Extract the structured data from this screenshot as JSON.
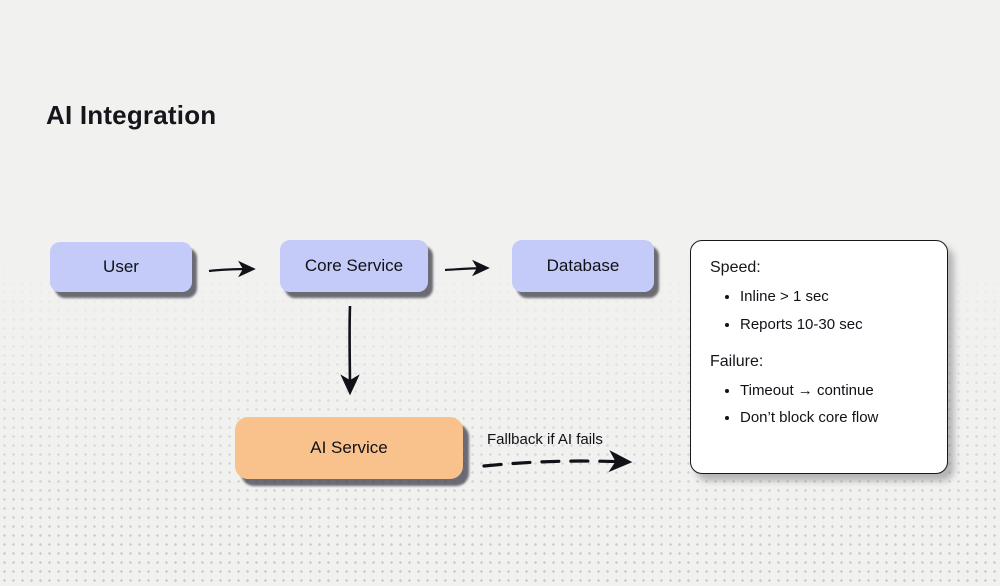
{
  "title": "AI Integration",
  "nodes": {
    "user": "User",
    "core_service": "Core Service",
    "database": "Database",
    "ai_service": "AI Service"
  },
  "edges": {
    "fallback_label": "Fallback if AI fails"
  },
  "panel": {
    "speed_heading": "Speed:",
    "speed_items": [
      "Inline > 1 sec",
      "Reports 10-30 sec"
    ],
    "failure_heading": "Failure:",
    "failure_items": [
      "Timeout → continue",
      "Don’t block core flow"
    ]
  },
  "colors": {
    "background": "#f1f1ef",
    "node_blue": "#c4cbf8",
    "node_orange": "#f9c28d",
    "panel_bg": "#ffffff",
    "stroke": "#111118"
  }
}
